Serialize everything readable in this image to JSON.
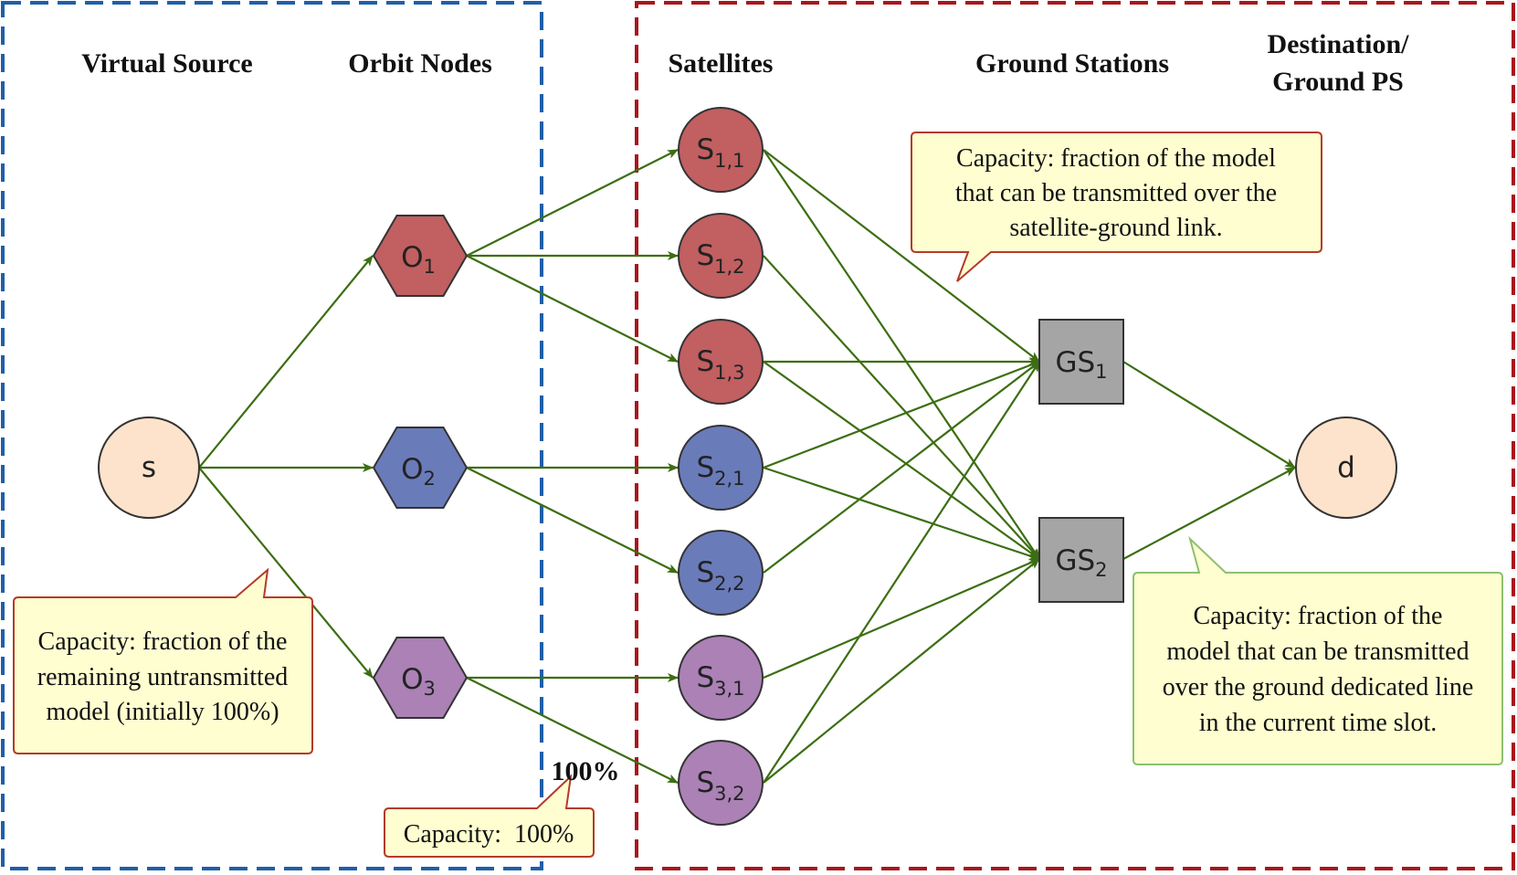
{
  "headers": {
    "virtual_source": "Virtual Source",
    "orbit_nodes": "Orbit Nodes",
    "satellites": "Satellites",
    "ground_stations": "Ground Stations",
    "destination_line1": "Destination/",
    "destination_line2": "Ground PS"
  },
  "nodes": {
    "source": {
      "label": "s"
    },
    "destination": {
      "label": "d"
    },
    "orbits": [
      {
        "base": "O",
        "sub": "1"
      },
      {
        "base": "O",
        "sub": "2"
      },
      {
        "base": "O",
        "sub": "3"
      }
    ],
    "satellites": [
      {
        "base": "S",
        "sub": "1,1"
      },
      {
        "base": "S",
        "sub": "1,2"
      },
      {
        "base": "S",
        "sub": "1,3"
      },
      {
        "base": "S",
        "sub": "2,1"
      },
      {
        "base": "S",
        "sub": "2,2"
      },
      {
        "base": "S",
        "sub": "3,1"
      },
      {
        "base": "S",
        "sub": "3,2"
      }
    ],
    "ground_stations": [
      {
        "base": "GS",
        "sub": "1"
      },
      {
        "base": "GS",
        "sub": "2"
      }
    ]
  },
  "callouts": {
    "source": {
      "lines": [
        "Capacity: fraction of the",
        "remaining untransmitted",
        "model (initially 100%)"
      ]
    },
    "orbit": {
      "lines": [
        "Capacity:  100%"
      ]
    },
    "satellite_ground": {
      "lines": [
        "Capacity: fraction of the model",
        "that can be transmitted over the",
        "satellite-ground link."
      ]
    },
    "ground_line": {
      "lines": [
        "Capacity: fraction of the",
        "model that can be transmitted",
        "over the ground dedicated line",
        "in the current time slot."
      ]
    }
  },
  "labels": {
    "percent": "100%"
  },
  "colors": {
    "edge": "#3c6e12",
    "blue_border": "#1f5fa8",
    "red_border": "#a8161c",
    "source_fill": "#fde3cc",
    "orbit1_fill": "#c15f61",
    "orbit2_fill": "#6a7bba",
    "orbit3_fill": "#ab81b6",
    "gs_fill": "#a5a5a5",
    "callout_fill": "#fefed0",
    "callout_border_red": "#b43b2a",
    "callout_border_green": "#8ec06e"
  }
}
